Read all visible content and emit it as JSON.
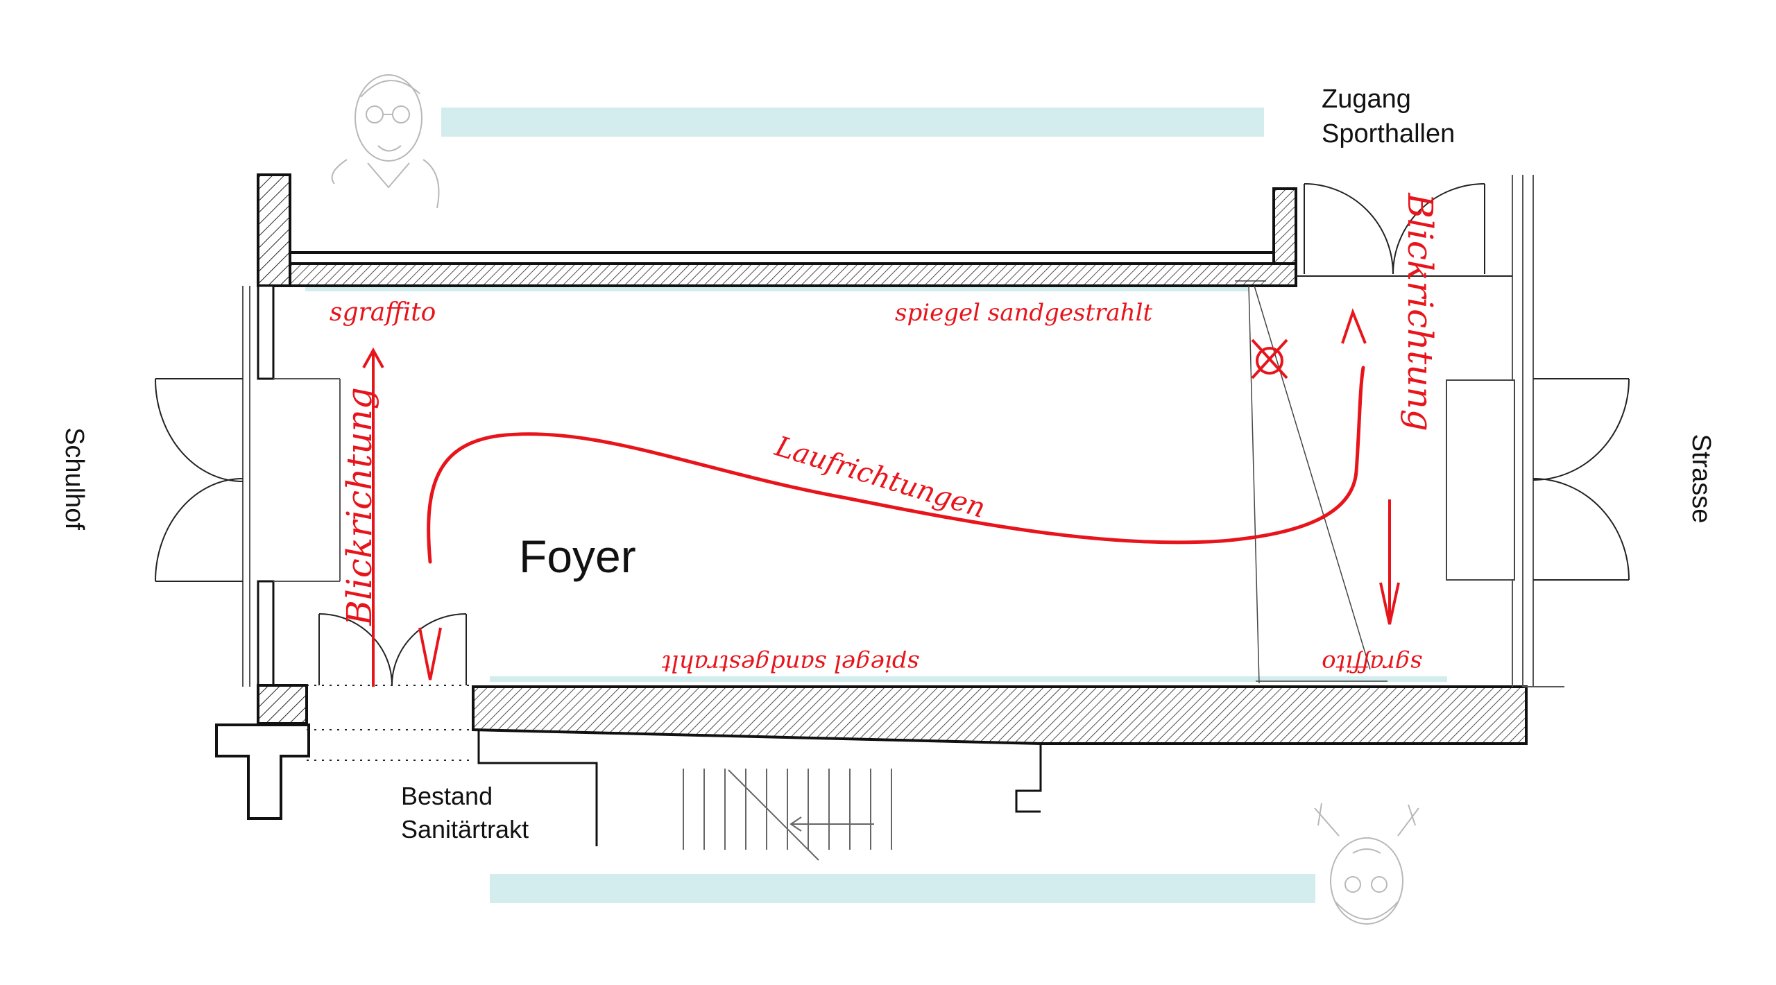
{
  "labels": {
    "access_line1": "Zugang",
    "access_line2": "Sporthallen",
    "schoolyard": "Schulhof",
    "street": "Strasse",
    "foyer": "Foyer",
    "existing_line1": "Bestand",
    "existing_line2": "Sanitärtrakt"
  },
  "annotations": {
    "sgraffito_top": "sgraffito",
    "mirror_top": "spiegel sandgestrahlt",
    "walking_directions": "Laufrichtungen",
    "view_direction_left": "Blickrichtung",
    "view_direction_right": "Blickrichtung",
    "mirror_bottom": "spiegel sandgestrahlt",
    "sgraffito_bottom": "sgraffito"
  },
  "colors": {
    "annotation_red": "#e8141b",
    "wall_line": "#111111",
    "mirror_band": "#d3ecee",
    "sketch_grey": "#b8b8b8"
  },
  "icons": {
    "portrait_top": "portrait-sketch-icon",
    "portrait_bottom": "portrait-sketch-icon"
  }
}
